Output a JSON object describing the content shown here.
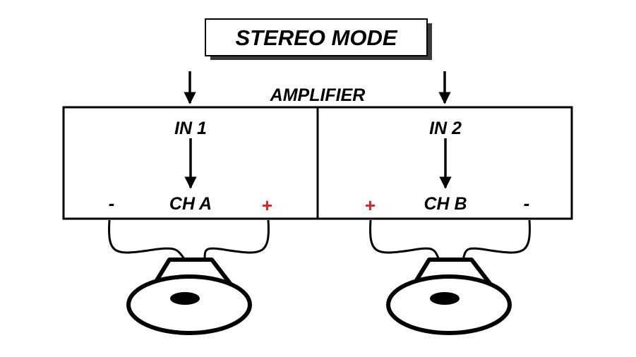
{
  "title": "STEREO MODE",
  "amplifier": {
    "label": "AMPLIFIER",
    "channels": [
      {
        "input": "IN 1",
        "output": "CH A",
        "left_terminal": "-",
        "right_terminal": "+"
      },
      {
        "input": "IN 2",
        "output": "CH B",
        "left_terminal": "+",
        "right_terminal": "-"
      }
    ]
  },
  "colors": {
    "line": "#000000",
    "positive_terminal": "#e0201b",
    "negative_terminal": "#000000",
    "shadow": "#3a3a3a"
  }
}
